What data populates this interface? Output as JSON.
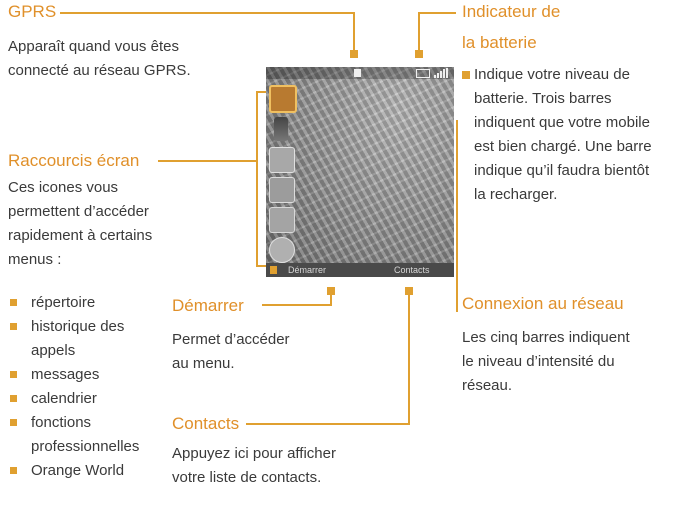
{
  "gprs": {
    "title": "GPRS",
    "desc_1": "Apparaît quand vous êtes",
    "desc_2": "connecté au réseau GPRS."
  },
  "battery": {
    "title_1": "Indicateur de",
    "title_2": "la batterie",
    "desc": [
      "Indique votre niveau de",
      "batterie. Trois barres",
      "indiquent que votre mobile",
      "est bien chargé. Une barre",
      "indique qu’il faudra bientôt",
      "la recharger."
    ]
  },
  "shortcuts": {
    "title": "Raccourcis écran",
    "desc": [
      "Ces icones vous",
      "permettent d’accéder",
      "rapidement à certains",
      "menus :"
    ],
    "items": [
      "répertoire",
      "historique des",
      "appels",
      "messages",
      "calendrier",
      "fonctions",
      "professionnelles",
      "Orange World"
    ]
  },
  "start": {
    "title": "Démarrer",
    "desc_1": "Permet d’accéder",
    "desc_2": "au menu."
  },
  "contacts": {
    "title": "Contacts",
    "desc_1": "Appuyez ici pour afficher",
    "desc_2": "votre liste de contacts."
  },
  "network": {
    "title": "Connexion au réseau",
    "desc": [
      "Les cinq barres indiquent",
      "le niveau d’intensité du",
      "réseau."
    ]
  },
  "phone": {
    "softkey_left": "Démarrer",
    "softkey_right": "Contacts"
  },
  "colors": {
    "accent": "#e0902a",
    "text": "#3a3a3a"
  }
}
